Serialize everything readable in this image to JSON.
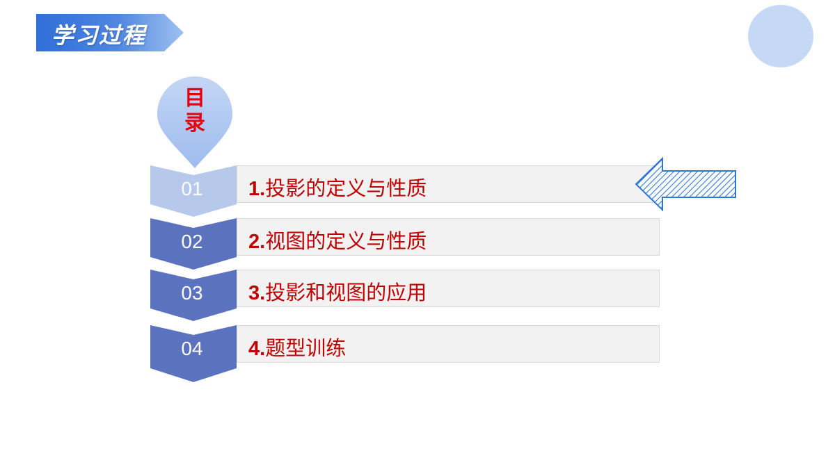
{
  "header": {
    "title": "学习过程"
  },
  "toc": {
    "marker_label": "目录",
    "items": [
      {
        "number": "01",
        "prefix": "1.",
        "label": "投影的定义与性质",
        "active": true
      },
      {
        "number": "02",
        "prefix": "2.",
        "label": "视图的定义与性质",
        "active": false
      },
      {
        "number": "03",
        "prefix": "3.",
        "label": "投影和视图的应用",
        "active": false
      },
      {
        "number": "04",
        "prefix": "4.",
        "label": "题型训练",
        "active": false
      }
    ]
  },
  "colors": {
    "banner_start": "#2f6fd8",
    "banner_end": "#6fa0ea",
    "chevron_active": "#b7c9ea",
    "chevron_default": "#5b73bf",
    "label_red": "#c00000",
    "marker_red": "#e8000b",
    "circle": "#c5d8f6",
    "arrow_blue": "#2e75d6"
  },
  "icons": {
    "pointer": "hatched-left-arrow-icon",
    "marker": "map-pin-icon"
  }
}
